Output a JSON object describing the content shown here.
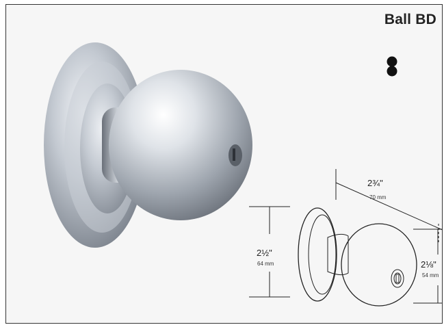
{
  "product": {
    "title": "Ball BD"
  },
  "dimensions": {
    "depth": {
      "value": "2¾\"",
      "metric": "70 mm"
    },
    "rose": {
      "value": "2½\"",
      "metric": "64 mm"
    },
    "knob": {
      "value": "2⅛\"",
      "metric": "54 mm"
    }
  },
  "colors": {
    "frame_bg": "#f6f6f6",
    "badge": "#111111",
    "metal_light": "#eef1f5",
    "metal_dark": "#7d8590"
  }
}
